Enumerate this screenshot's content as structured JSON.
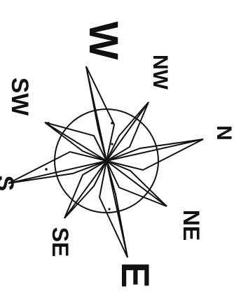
{
  "labels": {
    "w": "W",
    "nw": "NW",
    "n": "N",
    "ne": "NE",
    "e": "E",
    "se": "SE",
    "sw": "SW",
    "s": "S"
  },
  "colors": {
    "ink": "#111111",
    "background": "#ffffff"
  }
}
